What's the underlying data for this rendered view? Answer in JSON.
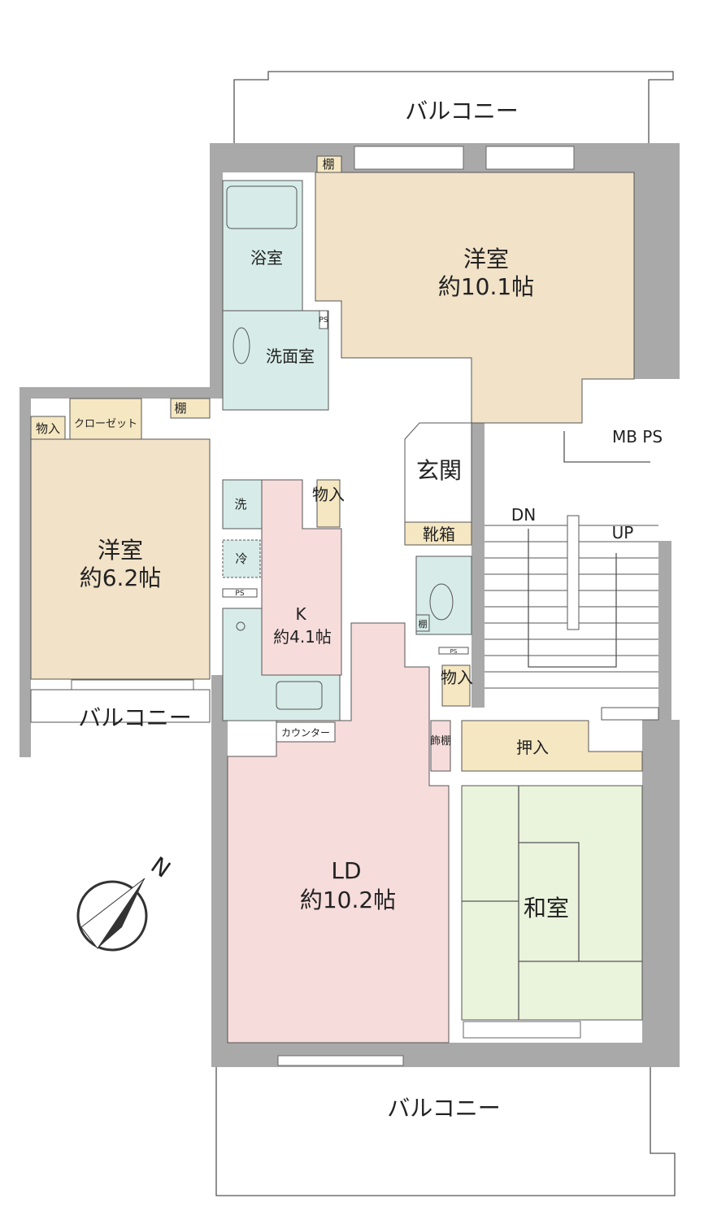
{
  "plan": {
    "colors": {
      "western_room": "#f1e2c8",
      "storage": "#f5e7c2",
      "wet_area": "#d7ece8",
      "living": "#f6dcdb",
      "tatami": "#eaf3dc",
      "wall": "#a9a9a9",
      "hall": "#ffffff"
    },
    "balconies": {
      "top": "バルコニー",
      "left": "バルコニー",
      "bottom": "バルコニー"
    },
    "rooms": {
      "western1": {
        "name": "洋室",
        "size": "約10.1帖"
      },
      "western2": {
        "name": "洋室",
        "size": "約6.2帖"
      },
      "kitchen": {
        "name": "K",
        "size": "約4.1帖"
      },
      "ld": {
        "name": "LD",
        "size": "約10.2帖"
      },
      "washitsu": {
        "name": "和室"
      },
      "bath": "浴室",
      "washroom": "洗面室",
      "entrance": "玄関"
    },
    "storage": {
      "shelf_top": "棚",
      "shelf_left": "棚",
      "shelf_toilet": "棚",
      "closet_small": "物入",
      "closet": "クローゼット",
      "kitchen_storage": "物入",
      "hall_storage": "物入",
      "shoe_box": "靴箱",
      "oshiire": "押入",
      "decor_shelf": "飾棚"
    },
    "fixtures": {
      "washer": "洗",
      "fridge": "冷",
      "ps": "PS",
      "counter": "カウンター",
      "mb_ps": "MB PS"
    },
    "stairs": {
      "down": "DN",
      "up": "UP"
    },
    "compass": {
      "north": "N"
    }
  }
}
